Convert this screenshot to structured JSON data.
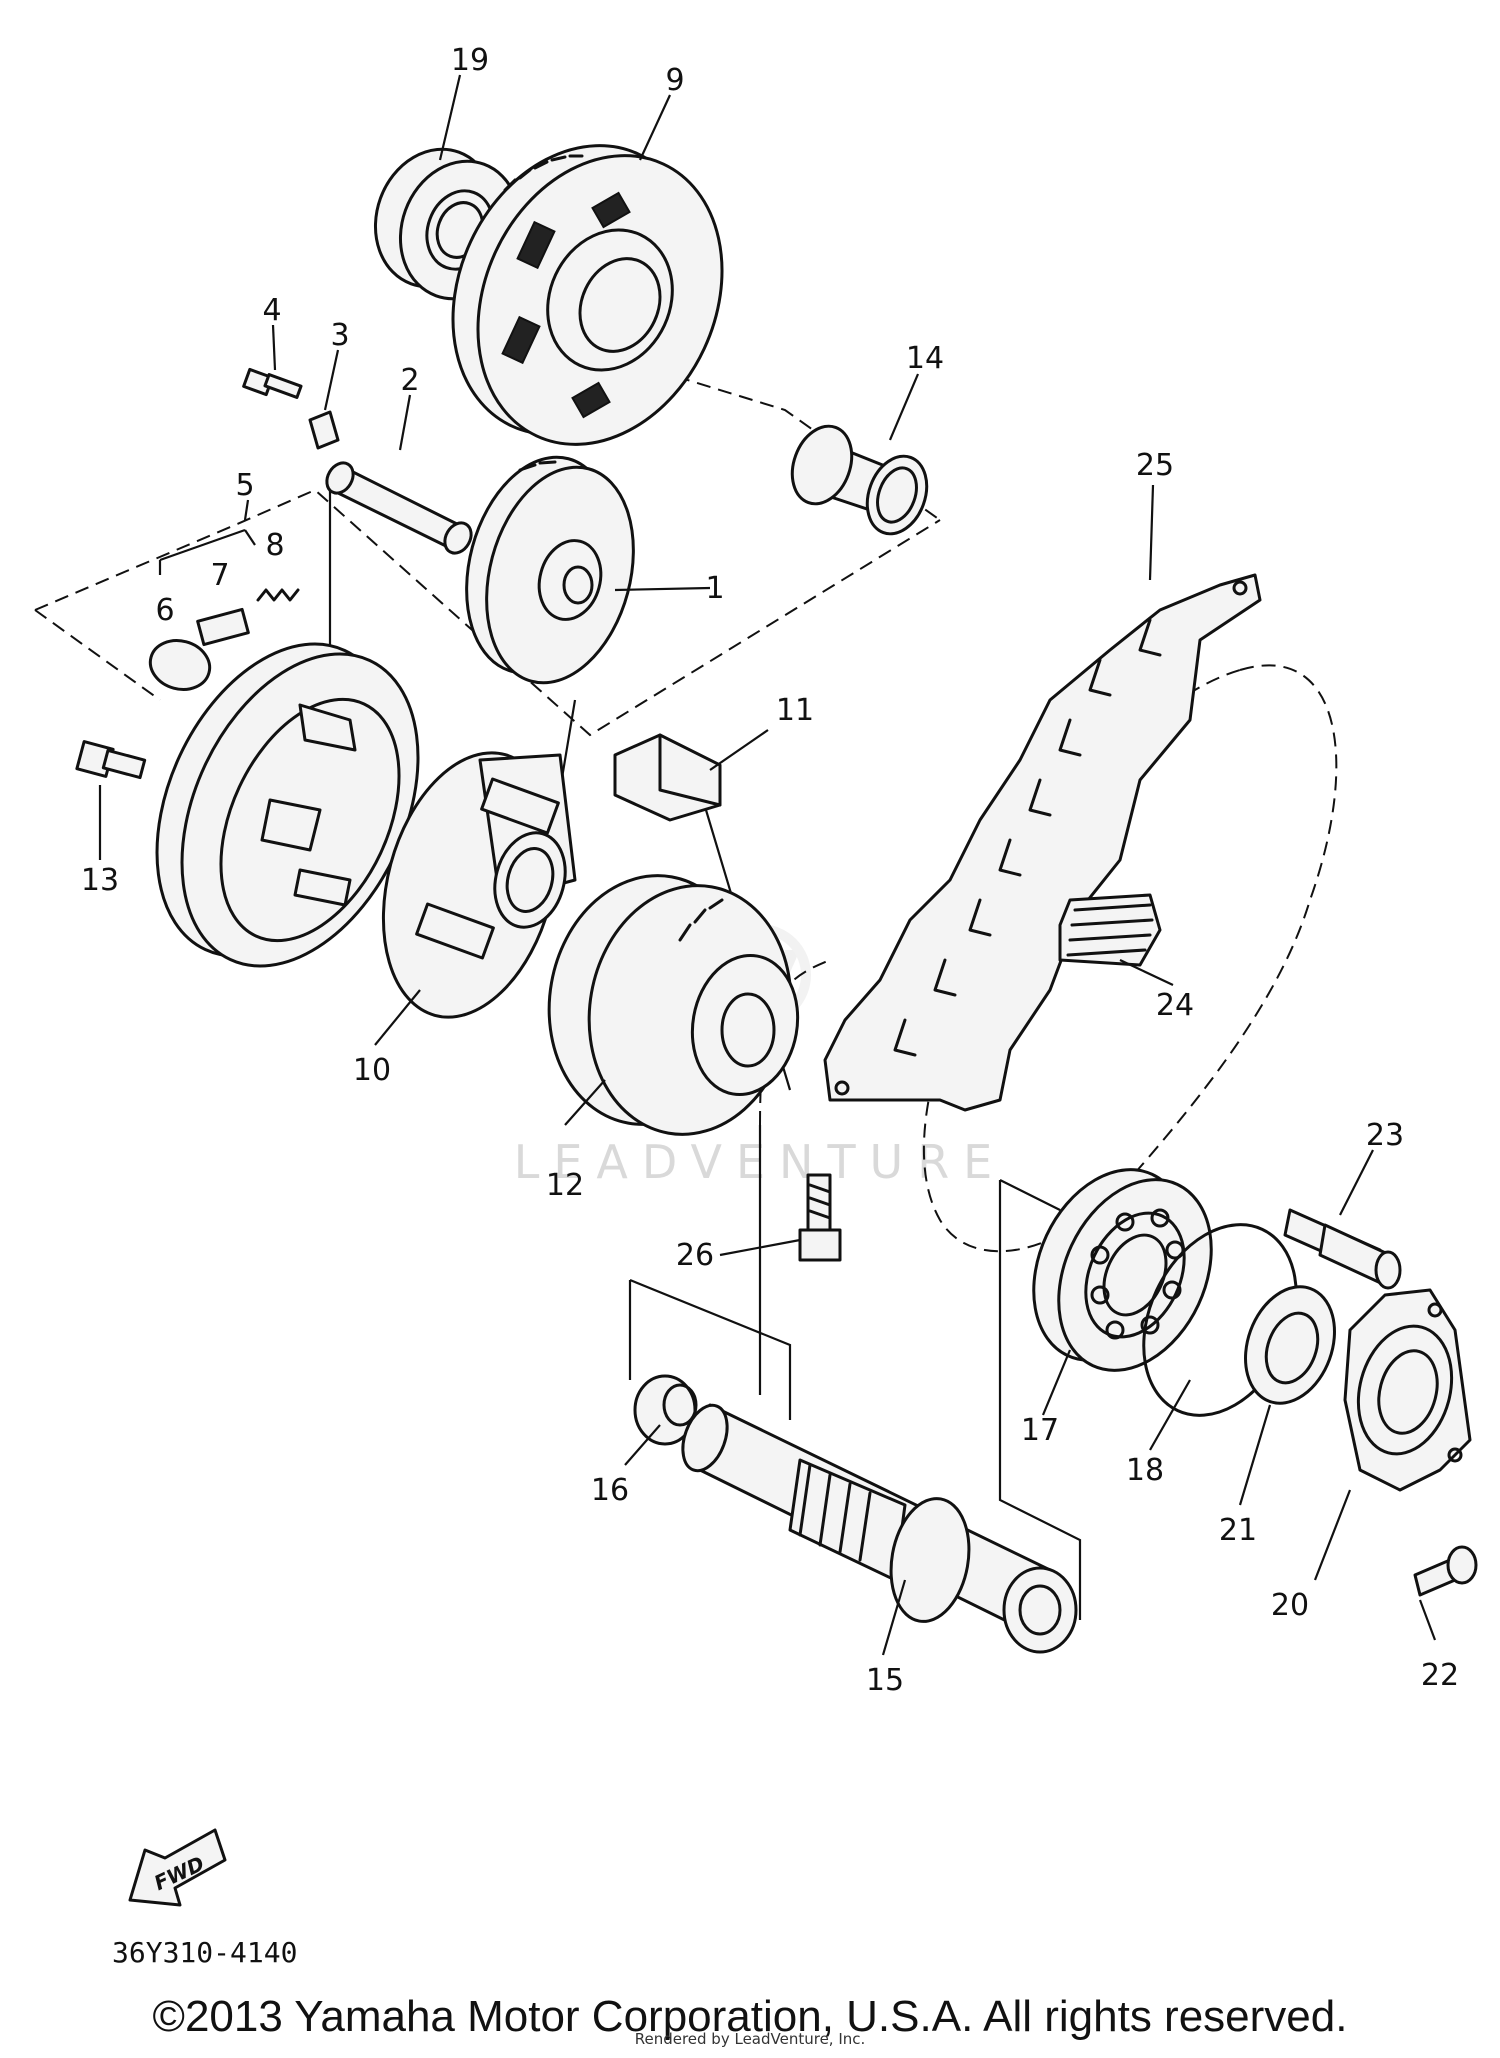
{
  "diagram": {
    "watermark": "LEADVENTURE",
    "fwd_label": "FWD",
    "diagram_code": "36Y310-4140",
    "callouts": [
      {
        "id": "1",
        "label": "1"
      },
      {
        "id": "2",
        "label": "2"
      },
      {
        "id": "3",
        "label": "3"
      },
      {
        "id": "4",
        "label": "4"
      },
      {
        "id": "5",
        "label": "5"
      },
      {
        "id": "6",
        "label": "6"
      },
      {
        "id": "7",
        "label": "7"
      },
      {
        "id": "8",
        "label": "8"
      },
      {
        "id": "9",
        "label": "9"
      },
      {
        "id": "10",
        "label": "10"
      },
      {
        "id": "11",
        "label": "11"
      },
      {
        "id": "12",
        "label": "12"
      },
      {
        "id": "13",
        "label": "13"
      },
      {
        "id": "14",
        "label": "14"
      },
      {
        "id": "15",
        "label": "15"
      },
      {
        "id": "16",
        "label": "16"
      },
      {
        "id": "17",
        "label": "17"
      },
      {
        "id": "18",
        "label": "18"
      },
      {
        "id": "19",
        "label": "19"
      },
      {
        "id": "20",
        "label": "20"
      },
      {
        "id": "21",
        "label": "21"
      },
      {
        "id": "22",
        "label": "22"
      },
      {
        "id": "23",
        "label": "23"
      },
      {
        "id": "24",
        "label": "24"
      },
      {
        "id": "25",
        "label": "25"
      },
      {
        "id": "26",
        "label": "26"
      }
    ]
  },
  "footer": {
    "copyright": "©2013 Yamaha Motor Corporation, U.S.A. All rights reserved.",
    "rendered_by": "Rendered by LeadVenture, Inc."
  }
}
